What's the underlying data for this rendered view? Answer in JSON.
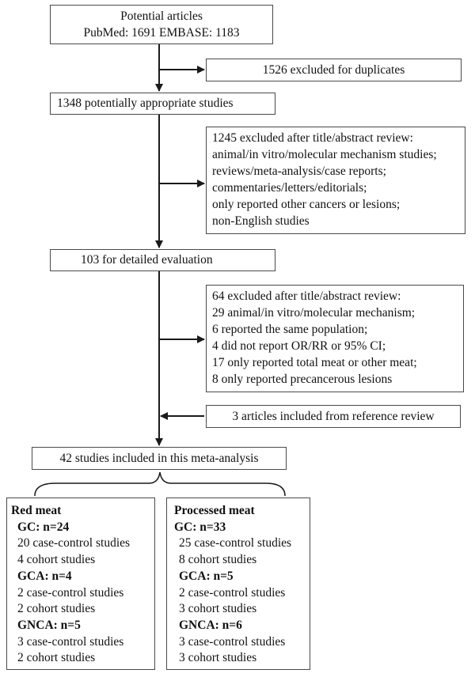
{
  "nodes": {
    "potential": {
      "lines": [
        "Potential  articles",
        "PubMed: 1691 EMBASE: 1183"
      ]
    },
    "duplicates": {
      "text": "1526 excluded for duplicates"
    },
    "appropriate": {
      "text": "1348 potentially appropriate studies"
    },
    "excluded1": {
      "lines": [
        "1245 excluded after title/abstract review:",
        "animal/in vitro/molecular mechanism studies;",
        "reviews/meta-analysis/case reports;",
        "commentaries/letters/editorials;",
        "only reported other cancers or lesions;",
        "non-English studies"
      ]
    },
    "detailed": {
      "text": "103 for detailed evaluation"
    },
    "excluded2": {
      "lines": [
        "64 excluded after title/abstract review:",
        "29 animal/in vitro/molecular mechanism;",
        "6 reported the same population;",
        "4 did not report OR/RR or 95% CI;",
        "17 only reported total meat or other meat;",
        "8 only reported precancerous lesions"
      ]
    },
    "reference": {
      "text": "3 articles included from reference review"
    },
    "included": {
      "text": "42 studies included in this meta-analysis"
    },
    "red_meat": {
      "title": "Red meat",
      "groups": [
        {
          "header": "GC: n=24",
          "items": [
            "20 case-control studies",
            "4 cohort studies"
          ]
        },
        {
          "header": "GCA: n=4",
          "items": [
            "2 case-control studies",
            "2 cohort studies"
          ]
        },
        {
          "header": "GNCA: n=5",
          "items": [
            "3 case-control studies",
            "2 cohort studies"
          ]
        }
      ]
    },
    "processed_meat": {
      "title": "Processed meat",
      "groups": [
        {
          "header": "GC: n=33",
          "items": [
            "25 case-control studies",
            "8 cohort studies"
          ]
        },
        {
          "header": "GCA: n=5",
          "items": [
            "2 case-control studies",
            "3 cohort studies"
          ]
        },
        {
          "header": "GNCA: n=6",
          "items": [
            "3 case-control studies",
            "3 cohort studies"
          ]
        }
      ]
    }
  },
  "colors": {
    "line": "#1a1a1a",
    "border": "#4a4a4a",
    "text": "#111111"
  }
}
